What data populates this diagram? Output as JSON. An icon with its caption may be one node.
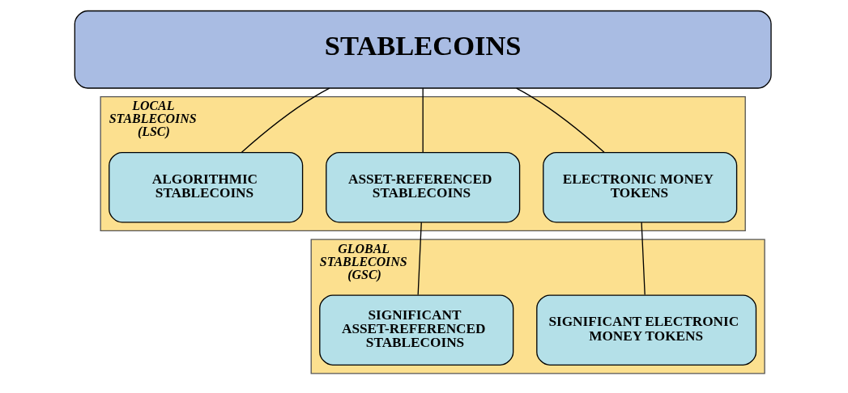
{
  "diagram": {
    "nodes": [
      {
        "text": [
          "STABLECOINS"
        ]
      },
      {
        "text": [
          "LOCAL STABLECOINS (LSC)"
        ]
      },
      {
        "text": [
          "ELECTRONIC MONEY TOKENS"
        ],
        "in": 1
      },
      {
        "text": [
          "ASSET-REFERENCED STABLECOINS"
        ],
        "in": 1
      },
      {
        "text": [
          "ALGORITHMIC STABLECOINS"
        ],
        "in": 1
      },
      {
        "text": [
          "GLOBAL STABLECOINS (GSC)"
        ]
      },
      {
        "text": [
          "SIGNIFICANT ELECTRONIC MONEY TOKENS"
        ],
        "in": 5
      },
      {
        "text": [
          "SIGNIFICANT ASSET-REFERENCED STABLECOINS"
        ],
        "in": 5
      }
    ],
    "edges": [
      {
        "from": 0,
        "to": 2,
        "arrow": "none"
      },
      {
        "from": 0,
        "to": 3,
        "arrow": "none"
      },
      {
        "from": 0,
        "to": 4,
        "arrow": "none"
      },
      {
        "from": 2,
        "to": 6,
        "arrow": "none"
      },
      {
        "from": 3,
        "to": 7,
        "arrow": "none"
      }
    ]
  }
}
